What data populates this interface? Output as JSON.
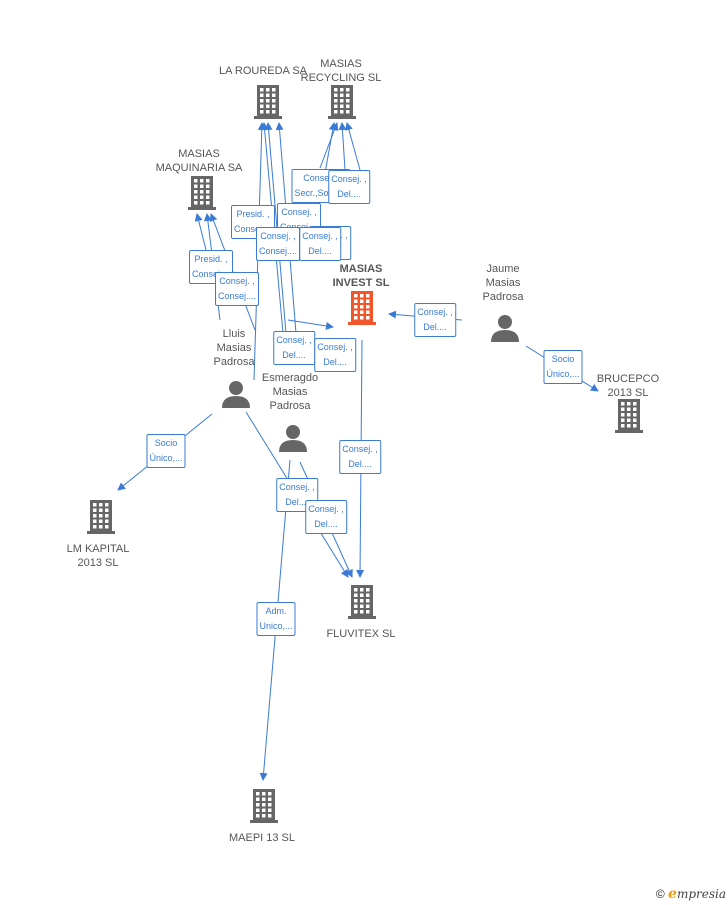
{
  "colors": {
    "edge": "#3a7bd5",
    "building": "#666666",
    "main_building": "#f0562a",
    "person": "#666666"
  },
  "nodes": {
    "roureda": {
      "type": "company",
      "label": "LA ROUREDA SA"
    },
    "recycling": {
      "type": "company",
      "label": "MASIAS\nRECYCLING SL"
    },
    "maquinaria": {
      "type": "company",
      "label": "MASIAS\nMAQUINARIA SA"
    },
    "invest": {
      "type": "company_main",
      "label": "MASIAS\nINVEST SL"
    },
    "jaume": {
      "type": "person",
      "label": "Jaume\nMasias\nPadrosa"
    },
    "brucepco": {
      "type": "company",
      "label": "BRUCEPCO\n2013  SL"
    },
    "lluis": {
      "type": "person",
      "label": "Lluis\nMasias\nPadrosa"
    },
    "esmeragdo": {
      "type": "person",
      "label": "Esmeragdo\nMasias\nPadrosa"
    },
    "lmkapital": {
      "type": "company",
      "label": "LM KAPITAL\n2013  SL"
    },
    "fluvitex": {
      "type": "company",
      "label": "FLUVITEX SL"
    },
    "maepi": {
      "type": "company",
      "label": "MAEPI 13  SL"
    }
  },
  "edge_labels": [
    "Consej. ,\nSecr.,Socio...",
    "Consej. ,\nDel....",
    "Presid. ,\nConsej....",
    "Consej. ,\nConsej....",
    "Consej. ,\nDel....",
    "Consej. ,\nConsej....",
    "Consej. ,\nDel....",
    "Presid. ,\nConsej....",
    "Consej. ,\nConsej....",
    "Consej. ,\nDel....",
    "Consej. ,\nDel....",
    "Consej. ,\nDel....",
    "Socio\nÚnico,...",
    "Socio\nÚnico,...",
    "Consej. ,\nDel....",
    "Consej. ,\nDel....",
    "Consej. ,\nDel....",
    "Adm.\nUnico,..."
  ],
  "footer": {
    "copyright": "©",
    "brand_initial": "e",
    "brand_rest": "mpresia"
  }
}
